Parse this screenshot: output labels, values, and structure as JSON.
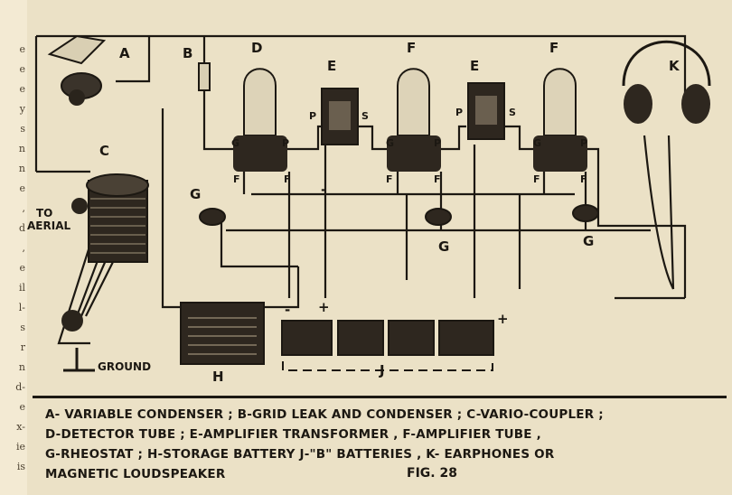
{
  "page_edge_letters": [
    "e",
    "e",
    "e",
    "y",
    "s",
    "n",
    "n",
    "e",
    ",",
    "d",
    ",",
    "e",
    "il",
    "l-",
    "s",
    "r",
    "n",
    "d-",
    "e",
    "x-",
    "ie",
    "is"
  ],
  "diagram": {
    "labels": {
      "A": "A",
      "B": "B",
      "C": "C",
      "D": "D",
      "E1": "E",
      "E2": "E",
      "F1": "F",
      "F2": "F",
      "G1": "G",
      "G2": "G",
      "G3": "G",
      "H": "H",
      "J": "J",
      "K": "K",
      "to_aerial": "TO\nAERIAL",
      "ground": "GROUND",
      "plus1": "+",
      "plus2": "+",
      "minus1": "-",
      "minus2": "-",
      "pin_G": "G",
      "pin_P": "P",
      "pin_F": "F",
      "pin_S": "S"
    }
  },
  "legend": {
    "lines": [
      "A- VARIABLE CONDENSER ; B-GRID LEAK AND CONDENSER ; C-VARIO-COUPLER ;",
      "D-DETECTOR TUBE ; E-AMPLIFIER TRANSFORMER , F-AMPLIFIER TUBE ,",
      "G-RHEOSTAT ; H-STORAGE BATTERY  J-\"B\" BATTERIES , K- EARPHONES OR",
      "MAGNETIC LOUDSPEAKER"
    ],
    "figure_title": "FIG. 28"
  }
}
